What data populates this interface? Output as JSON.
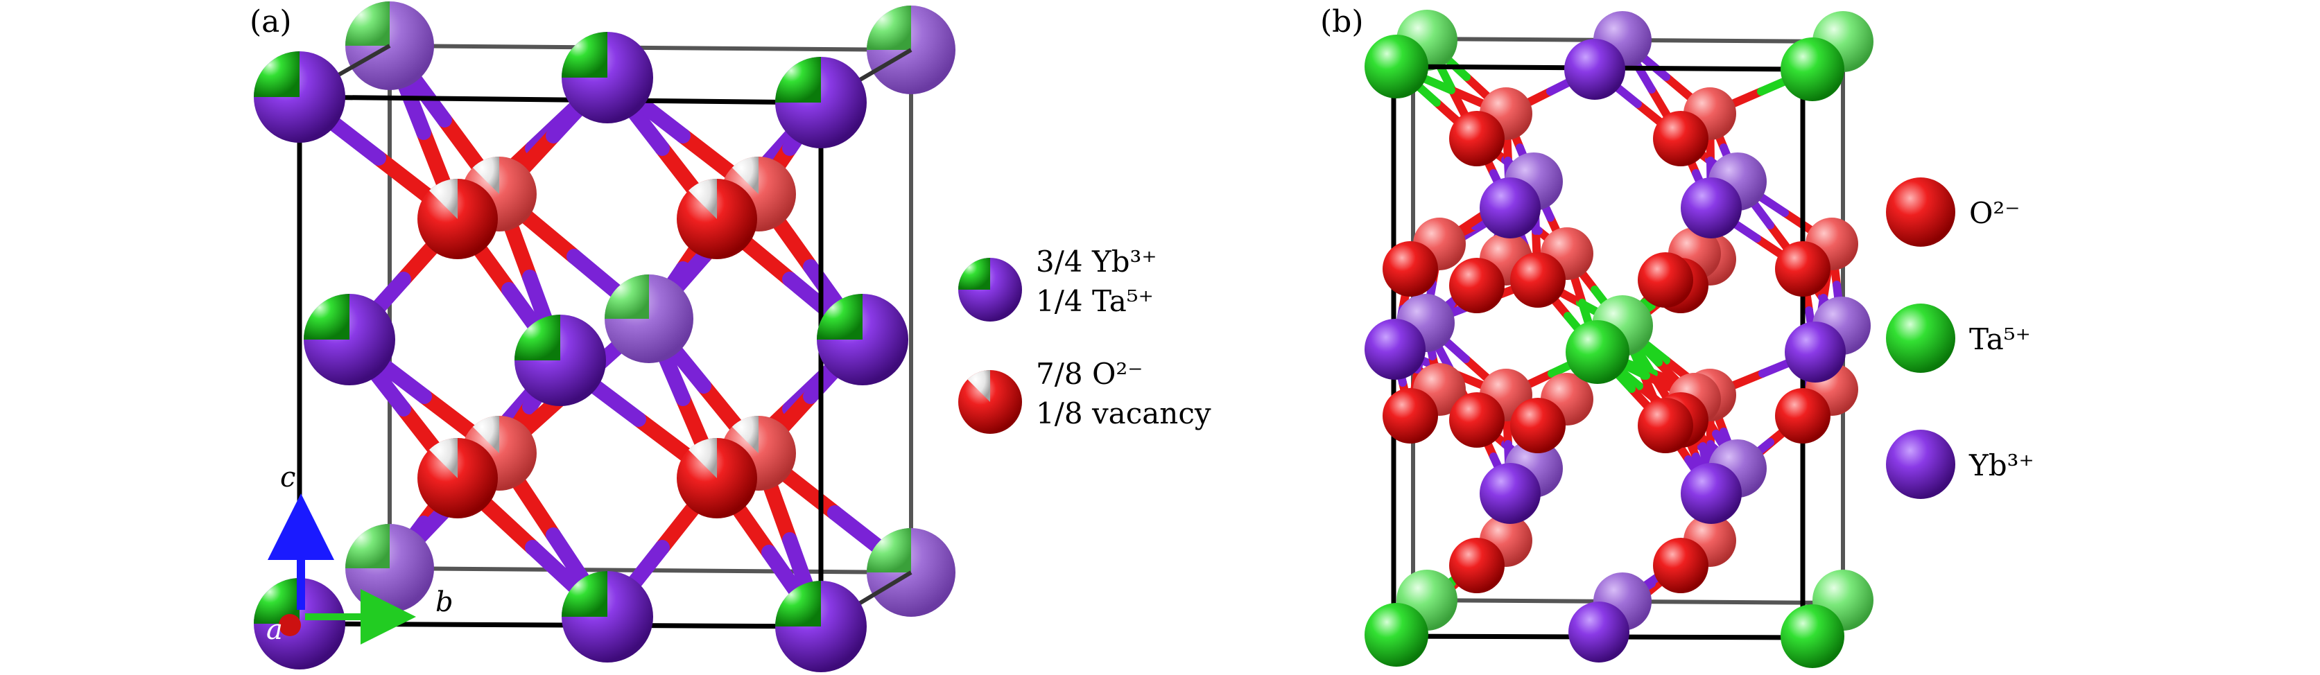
{
  "panel_a": {
    "label": "(a)",
    "legend": [
      {
        "icon": "yb-ta-mixed-site-icon",
        "line1": "3/4 Yb³⁺",
        "line2": "1/4 Ta⁵⁺"
      },
      {
        "icon": "oxygen-vacancy-site-icon",
        "line1": "7/8 O²⁻",
        "line2": "1/8 vacancy"
      }
    ],
    "axes": {
      "a": "a",
      "b": "b",
      "c": "c"
    }
  },
  "panel_b": {
    "label": "(b)",
    "legend": [
      {
        "icon": "oxygen-atom-icon",
        "text": "O²⁻"
      },
      {
        "icon": "tantalum-atom-icon",
        "text": "Ta⁵⁺"
      },
      {
        "icon": "ytterbium-atom-icon",
        "text": "Yb³⁺"
      }
    ]
  },
  "colors": {
    "oxygen": "#e8191a",
    "tantalum": "#1ed31e",
    "ytterbium": "#7a22d6",
    "vacancy": "#e6e6e6",
    "cell_edge": "#000000",
    "axis_c": "#1a1aff",
    "axis_b": "#22cc22",
    "axis_a": "#cc1111"
  }
}
